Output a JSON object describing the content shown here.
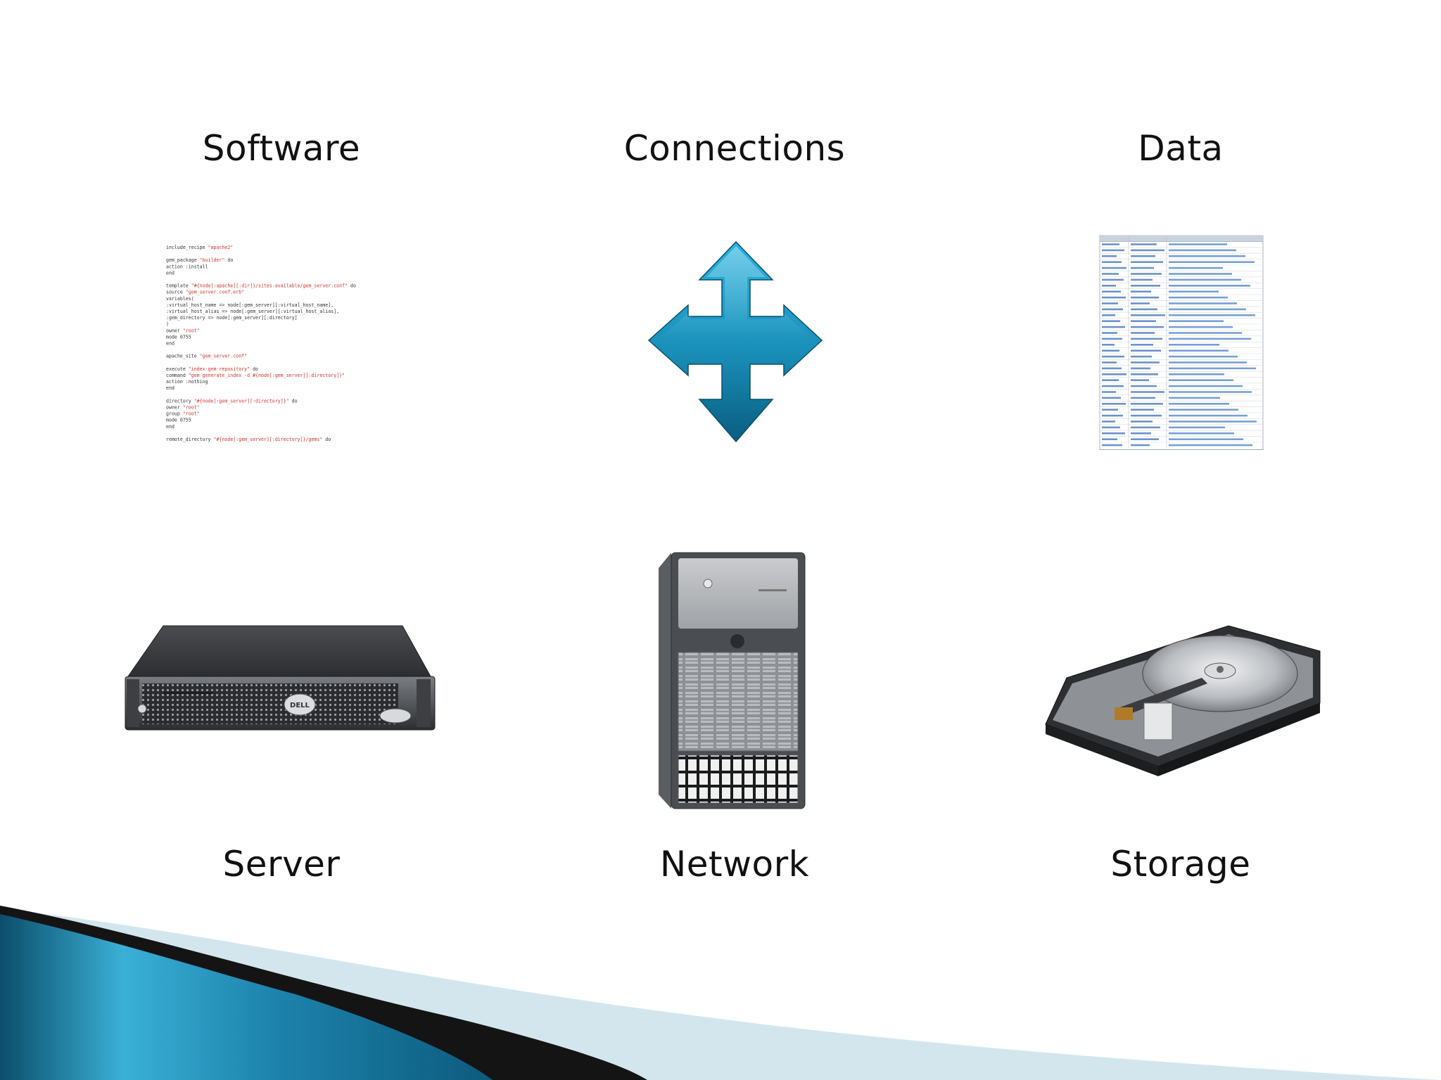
{
  "slide": {
    "labels": {
      "software": "Software",
      "connections": "Connections",
      "data": "Data",
      "server": "Server",
      "network": "Network",
      "storage": "Storage"
    },
    "server_badge": "DELL",
    "code_lines": [
      "include_recipe \"apache2\"",
      "",
      "gem_package \"builder\" do",
      "  action :install",
      "end",
      "",
      "template \"#{node[:apache][:dir]}/sites-available/gem_server.conf\" do",
      "  source \"gem_server.conf.erb\"",
      "  variables(",
      "    :virtual_host_name => node[:gem_server][:virtual_host_name],",
      "    :virtual_host_alias => node[:gem_server][:virtual_host_alias],",
      "    :gem_directory => node[:gem_server][:directory]",
      "  )",
      "  owner \"root\"",
      "  mode 0755",
      "end",
      "",
      "apache_site \"gem_server.conf\"",
      "",
      "execute \"index-gem-repository\" do",
      "  command \"gem generate_index -d #{node[:gem_server][:directory]}\"",
      "  action :nothing",
      "end",
      "",
      "directory \"#{node[:gem_server][:directory]}\" do",
      "  owner \"root\"",
      "  group \"root\"",
      "  mode 0755",
      "end",
      "",
      "remote_directory \"#{node[:gem_server][:directory]}/gems\" do"
    ],
    "colors": {
      "arrow": "#1a8fb8",
      "wave_dark": "#0b4e6b",
      "wave_light": "#3ab0d6",
      "wave_pale": "#d3e6ee",
      "code_red": "#d0302a"
    }
  }
}
